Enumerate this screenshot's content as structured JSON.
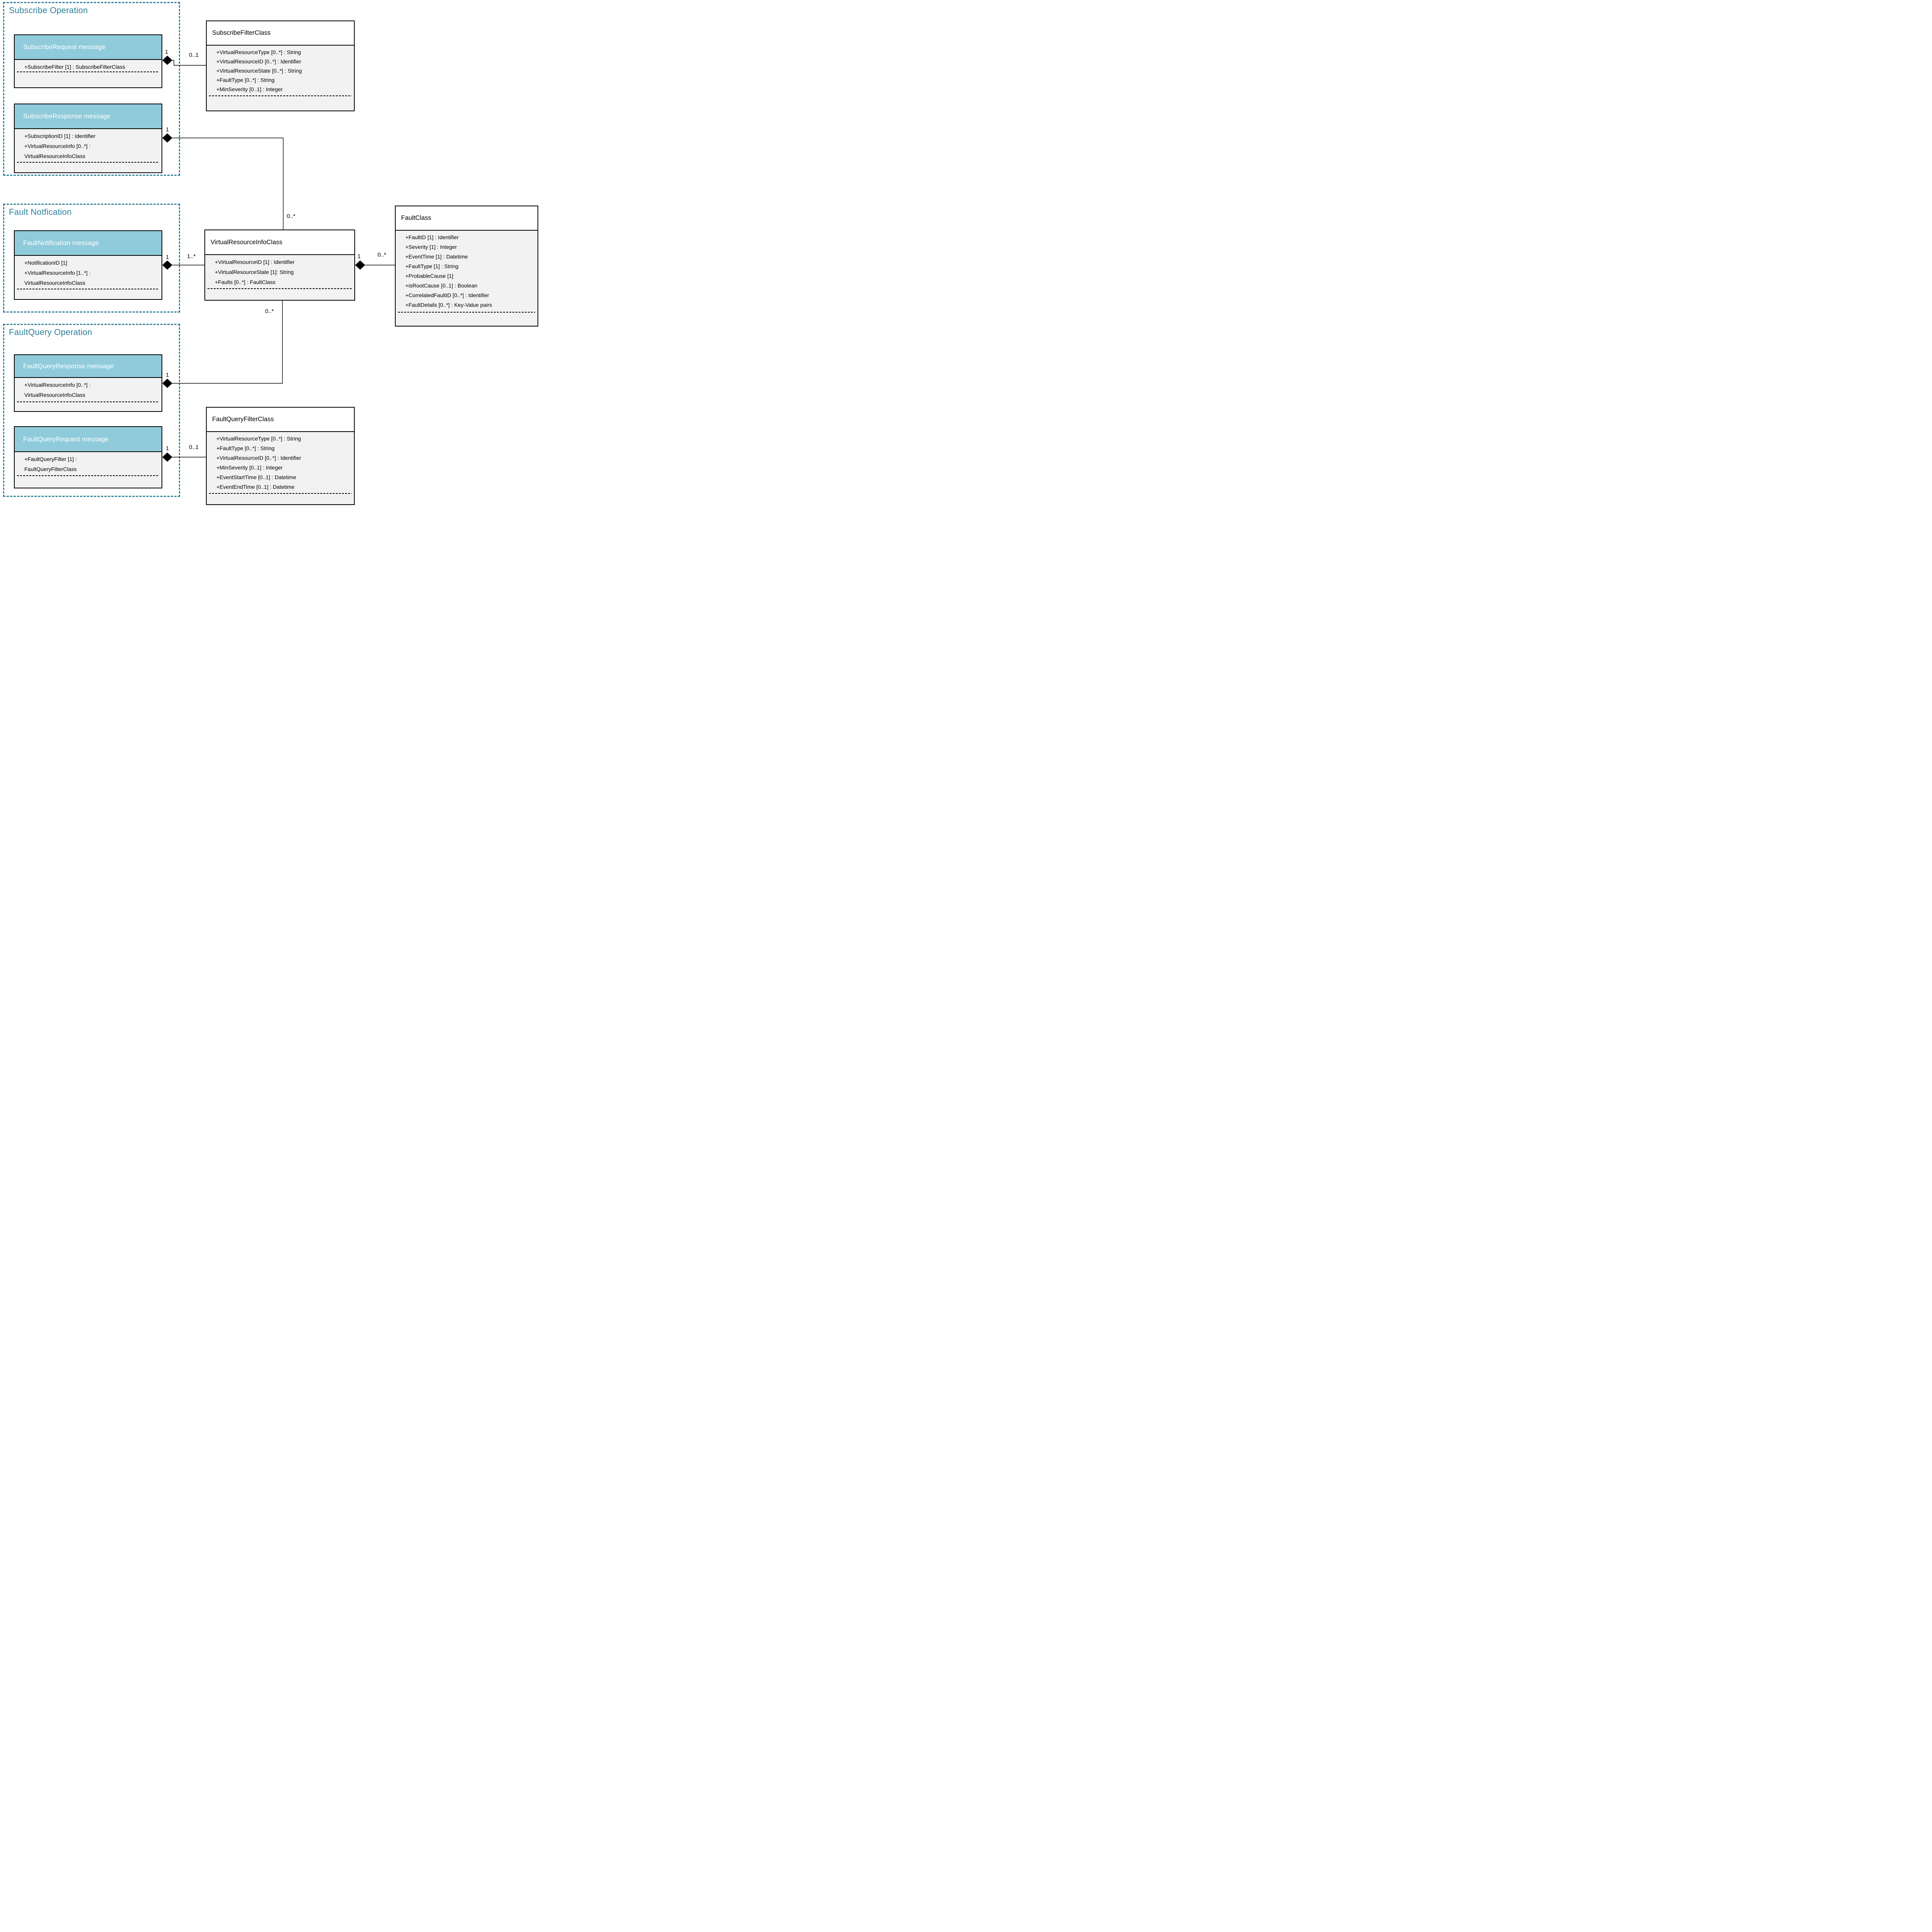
{
  "diagram": {
    "kind": "uml-class-diagram",
    "colors": {
      "message_header_fill": "#8fcbdb",
      "message_header_text": "#ffffff",
      "attribute_fill": "#f2f2f2",
      "box_border": "#000000",
      "group_border": "#2e7f99",
      "group_title_text": "#2e7f99"
    }
  },
  "groups": [
    {
      "label": "Subscribe Operation"
    },
    {
      "label": "Fault Notfication"
    },
    {
      "label": "FaultQuery Operation"
    }
  ],
  "messages": {
    "subscribe_request": {
      "title": "SubscribeRequest message",
      "attrs": [
        "+SubscribeFilter [1] : SubscribeFilterClass"
      ]
    },
    "subscribe_response": {
      "title": "SubscribeResponse message",
      "attrs": [
        "+SubscriptionID [1] : Identifier",
        "+VirtualResourceInfo [0..*] :",
        "VirtualResourceInfoClass"
      ]
    },
    "fault_notification": {
      "title": "FaultNotification message",
      "attrs": [
        "+NotificationID [1]",
        "+VirtualResourceInfo [1..*] :",
        "VirtualResourceInfoClass"
      ]
    },
    "faultquery_response": {
      "title": "FaultQueryResponse message",
      "attrs": [
        "+VirtualResourceInfo [0..*] :",
        "VirtualResourceInfoClass"
      ]
    },
    "faultquery_request": {
      "title": "FaultQueryRequest message",
      "attrs": [
        "+FaultQueryFilter [1] :",
        "FaultQueryFilterClass"
      ]
    }
  },
  "classes": {
    "subscribe_filter": {
      "title": "SubscribeFilterClass",
      "attrs": [
        "+VirtualResourceType [0..*] : String",
        "+VirtualResourceID [0..*] : Identifier",
        "+VirtualResourceState [0..*] : String",
        "+FaultType [0..*] : String",
        "+MinSeverity [0..1] : Integer"
      ]
    },
    "virtual_resource_info": {
      "title": "VirtualResourceInfoClass",
      "attrs": [
        "+VirtualResourceID [1] : Identifier",
        "+VirtualResourceState [1]: String",
        "+Faults [0..*] : FaultClass"
      ]
    },
    "fault": {
      "title": "FaultClass",
      "attrs": [
        "+FaultID [1] : Identifier",
        "+Severity [1] : Integer",
        "+EventTime [1] : Datetime",
        "+FaultType [1] : String",
        "+ProbableCause [1]",
        "+isRootCause [0..1] : Boolean",
        "+CorrelatedFaultID [0..*] : Identifier",
        "+FaultDetails [0..*] : Key-Value pairs"
      ]
    },
    "faultquery_filter": {
      "title": "FaultQueryFilterClass",
      "attrs": [
        "+VirtualResourceType [0..*] : String",
        "+FaultType [0..*] : String",
        "+VirtualResourceID [0..*] : Identifier",
        "+MinSeverity [0..1] : Integer",
        "+EventStartTime [0..1] : Datetime",
        "+EventEndTime [0..1] : Datetime"
      ]
    }
  },
  "connectors": {
    "request_to_filter": {
      "source": "SubscribeRequest message",
      "target": "SubscribeFilterClass",
      "type": "composition",
      "source_mult": "1",
      "target_mult": "0..1"
    },
    "response_to_vri": {
      "source": "SubscribeResponse message",
      "target": "VirtualResourceInfoClass",
      "type": "composition",
      "source_mult": "1",
      "target_mult": "0..*"
    },
    "notification_to_vri": {
      "source": "FaultNotification message",
      "target": "VirtualResourceInfoClass",
      "type": "composition",
      "source_mult": "1",
      "target_mult": "1..*"
    },
    "vri_to_fault": {
      "source": "VirtualResourceInfoClass",
      "target": "FaultClass",
      "type": "composition",
      "source_mult": "1",
      "target_mult": "0..*"
    },
    "queryresponse_to_vri": {
      "source": "FaultQueryResponse message",
      "target": "VirtualResourceInfoClass",
      "type": "composition",
      "source_mult": "1",
      "target_mult": "0..*"
    },
    "queryrequest_to_filter": {
      "source": "FaultQueryRequest message",
      "target": "FaultQueryFilterClass",
      "type": "composition",
      "source_mult": "1",
      "target_mult": "0..1"
    }
  }
}
